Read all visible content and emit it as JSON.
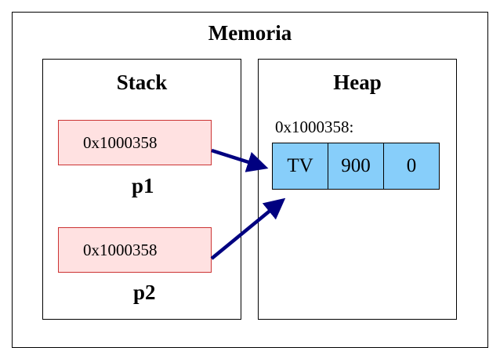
{
  "diagram": {
    "title": "Memoria",
    "stack": {
      "label": "Stack",
      "variables": [
        {
          "name": "p1",
          "value": "0x1000358"
        },
        {
          "name": "p2",
          "value": "0x1000358"
        }
      ]
    },
    "heap": {
      "label": "Heap",
      "address": "0x1000358:",
      "fields": [
        "TV",
        "900",
        "0"
      ]
    },
    "colors": {
      "pointer_fill": "#ffe1e1",
      "pointer_border": "#cc3333",
      "heap_fill": "#87cefa",
      "arrow": "#000080"
    }
  }
}
